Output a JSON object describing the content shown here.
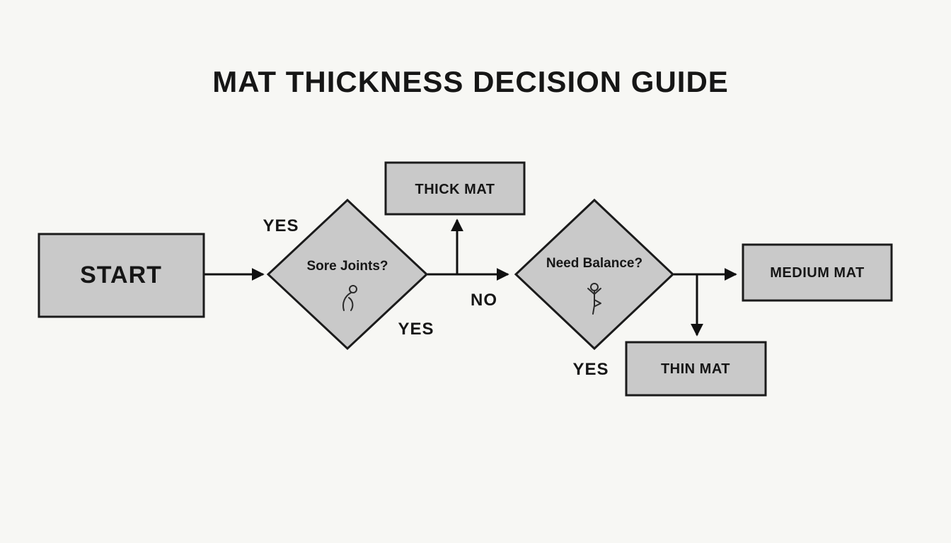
{
  "title": "MAT THICKNESS DECISION GUIDE",
  "nodes": {
    "start": "START",
    "decision_sore_joints": "Sore Joints?",
    "decision_need_balance": "Need Balance?",
    "thick_mat": "THICK MAT",
    "medium_mat": "MEDIUM MAT",
    "thin_mat": "THIN MAT"
  },
  "edges": {
    "sore_yes_top": "YES",
    "sore_yes_bottom": "YES",
    "sore_no": "NO",
    "balance_yes": "YES"
  },
  "icons": {
    "decision1": "sore-joints-figure-icon",
    "decision2": "balance-pose-figure-icon"
  },
  "colors": {
    "background": "#f7f7f4",
    "node_fill": "#c9c9c9",
    "stroke": "#1b1b1b",
    "text": "#161616"
  }
}
